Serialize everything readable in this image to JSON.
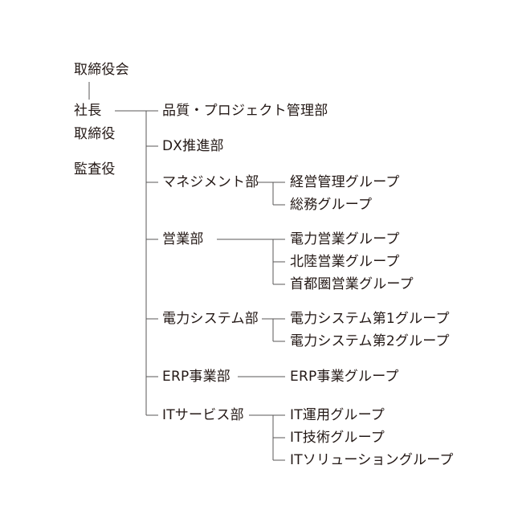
{
  "colors": {
    "text": "#231815",
    "line": "#595757",
    "background": "#ffffff"
  },
  "top": {
    "board": "取締役会",
    "president": "社長",
    "director": "取締役",
    "auditor": "監査役"
  },
  "departments": [
    {
      "name": "品質・プロジェクト管理部",
      "groups": []
    },
    {
      "name": "DX推進部",
      "groups": []
    },
    {
      "name": "マネジメント部",
      "groups": [
        "経営管理グループ",
        "総務グループ"
      ]
    },
    {
      "name": "営業部",
      "groups": [
        "電力営業グループ",
        "北陸営業グループ",
        "首都圏営業グループ"
      ]
    },
    {
      "name": "電力システム部",
      "groups": [
        "電力システム第1グループ",
        "電力システム第2グループ"
      ]
    },
    {
      "name": "ERP事業部",
      "groups": [
        "ERP事業グループ"
      ]
    },
    {
      "name": "ITサービス部",
      "groups": [
        "IT運用グループ",
        "IT技術グループ",
        "ITソリューショングループ"
      ]
    }
  ]
}
